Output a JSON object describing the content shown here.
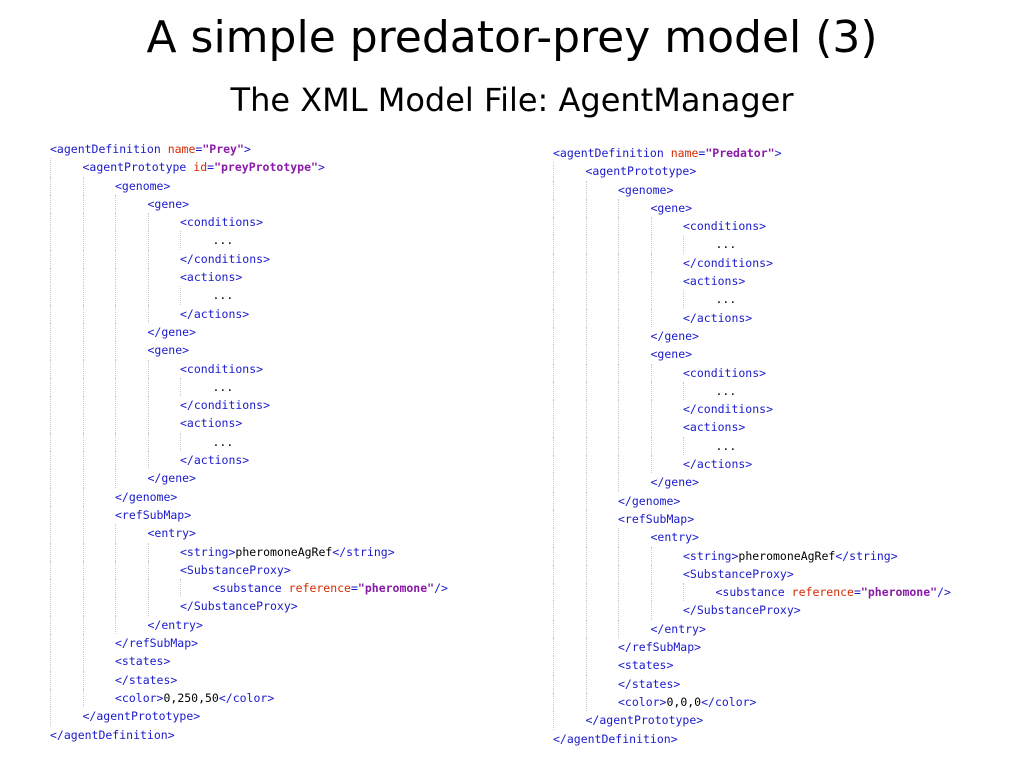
{
  "title": "A simple predator-prey model (3)",
  "subtitle": "The XML Model File: AgentManager",
  "left_code": [
    {
      "indent": 0,
      "parts": [
        {
          "c": "tag",
          "t": "<agentDefinition "
        },
        {
          "c": "attr",
          "t": "name"
        },
        {
          "c": "tag",
          "t": "="
        },
        {
          "c": "val",
          "t": "\"Prey\""
        },
        {
          "c": "tag",
          "t": ">"
        }
      ]
    },
    {
      "indent": 1,
      "parts": [
        {
          "c": "tag",
          "t": "<agentPrototype "
        },
        {
          "c": "attr",
          "t": "id"
        },
        {
          "c": "tag",
          "t": "="
        },
        {
          "c": "val",
          "t": "\"preyPrototype\""
        },
        {
          "c": "tag",
          "t": ">"
        }
      ]
    },
    {
      "indent": 2,
      "parts": [
        {
          "c": "tag",
          "t": "<genome>"
        }
      ]
    },
    {
      "indent": 3,
      "parts": [
        {
          "c": "tag",
          "t": "<gene>"
        }
      ]
    },
    {
      "indent": 4,
      "parts": [
        {
          "c": "tag",
          "t": "<conditions>"
        }
      ]
    },
    {
      "indent": 5,
      "parts": [
        {
          "c": "plain",
          "t": "..."
        }
      ]
    },
    {
      "indent": 4,
      "parts": [
        {
          "c": "tag",
          "t": "</conditions>"
        }
      ]
    },
    {
      "indent": 4,
      "parts": [
        {
          "c": "tag",
          "t": "<actions>"
        }
      ]
    },
    {
      "indent": 5,
      "parts": [
        {
          "c": "plain",
          "t": "..."
        }
      ]
    },
    {
      "indent": 4,
      "parts": [
        {
          "c": "tag",
          "t": "</actions>"
        }
      ]
    },
    {
      "indent": 3,
      "parts": [
        {
          "c": "tag",
          "t": "</gene>"
        }
      ]
    },
    {
      "indent": 3,
      "parts": [
        {
          "c": "tag",
          "t": "<gene>"
        }
      ]
    },
    {
      "indent": 4,
      "parts": [
        {
          "c": "tag",
          "t": "<conditions>"
        }
      ]
    },
    {
      "indent": 5,
      "parts": [
        {
          "c": "plain",
          "t": "..."
        }
      ]
    },
    {
      "indent": 4,
      "parts": [
        {
          "c": "tag",
          "t": "</conditions>"
        }
      ]
    },
    {
      "indent": 4,
      "parts": [
        {
          "c": "tag",
          "t": "<actions>"
        }
      ]
    },
    {
      "indent": 5,
      "parts": [
        {
          "c": "plain",
          "t": "..."
        }
      ]
    },
    {
      "indent": 4,
      "parts": [
        {
          "c": "tag",
          "t": "</actions>"
        }
      ]
    },
    {
      "indent": 3,
      "parts": [
        {
          "c": "tag",
          "t": "</gene>"
        }
      ]
    },
    {
      "indent": 2,
      "parts": [
        {
          "c": "tag",
          "t": "</genome>"
        }
      ]
    },
    {
      "indent": 2,
      "parts": [
        {
          "c": "tag",
          "t": "<refSubMap>"
        }
      ]
    },
    {
      "indent": 3,
      "parts": [
        {
          "c": "tag",
          "t": "<entry>"
        }
      ]
    },
    {
      "indent": 4,
      "parts": [
        {
          "c": "tag",
          "t": "<string>"
        },
        {
          "c": "plain",
          "t": "pheromoneAgRef"
        },
        {
          "c": "tag",
          "t": "</string>"
        }
      ]
    },
    {
      "indent": 4,
      "parts": [
        {
          "c": "tag",
          "t": "<SubstanceProxy>"
        }
      ]
    },
    {
      "indent": 5,
      "parts": [
        {
          "c": "tag",
          "t": "<substance "
        },
        {
          "c": "attr",
          "t": "reference"
        },
        {
          "c": "tag",
          "t": "="
        },
        {
          "c": "val",
          "t": "\"pheromone\""
        },
        {
          "c": "tag",
          "t": "/>"
        }
      ]
    },
    {
      "indent": 4,
      "parts": [
        {
          "c": "tag",
          "t": "</SubstanceProxy>"
        }
      ]
    },
    {
      "indent": 3,
      "parts": [
        {
          "c": "tag",
          "t": "</entry>"
        }
      ]
    },
    {
      "indent": 2,
      "parts": [
        {
          "c": "tag",
          "t": "</refSubMap>"
        }
      ]
    },
    {
      "indent": 2,
      "parts": [
        {
          "c": "tag",
          "t": "<states>"
        }
      ]
    },
    {
      "indent": 2,
      "parts": [
        {
          "c": "tag",
          "t": "</states>"
        }
      ]
    },
    {
      "indent": 2,
      "parts": [
        {
          "c": "tag",
          "t": "<color>"
        },
        {
          "c": "plain",
          "t": "0,250,50"
        },
        {
          "c": "tag",
          "t": "</color>"
        }
      ]
    },
    {
      "indent": 1,
      "parts": [
        {
          "c": "tag",
          "t": "</agentPrototype>"
        }
      ]
    },
    {
      "indent": 0,
      "parts": [
        {
          "c": "tag",
          "t": "</agentDefinition>"
        }
      ]
    }
  ],
  "right_code": [
    {
      "indent": 0,
      "parts": [
        {
          "c": "tag",
          "t": "<agentDefinition "
        },
        {
          "c": "attr",
          "t": "name"
        },
        {
          "c": "tag",
          "t": "="
        },
        {
          "c": "val",
          "t": "\"Predator\""
        },
        {
          "c": "tag",
          "t": ">"
        }
      ]
    },
    {
      "indent": 1,
      "parts": [
        {
          "c": "tag",
          "t": "<agentPrototype>"
        }
      ]
    },
    {
      "indent": 2,
      "parts": [
        {
          "c": "tag",
          "t": "<genome>"
        }
      ]
    },
    {
      "indent": 3,
      "parts": [
        {
          "c": "tag",
          "t": "<gene>"
        }
      ]
    },
    {
      "indent": 4,
      "parts": [
        {
          "c": "tag",
          "t": "<conditions>"
        }
      ]
    },
    {
      "indent": 5,
      "parts": [
        {
          "c": "plain",
          "t": "..."
        }
      ]
    },
    {
      "indent": 4,
      "parts": [
        {
          "c": "tag",
          "t": "</conditions>"
        }
      ]
    },
    {
      "indent": 4,
      "parts": [
        {
          "c": "tag",
          "t": "<actions>"
        }
      ]
    },
    {
      "indent": 5,
      "parts": [
        {
          "c": "plain",
          "t": "..."
        }
      ]
    },
    {
      "indent": 4,
      "parts": [
        {
          "c": "tag",
          "t": "</actions>"
        }
      ]
    },
    {
      "indent": 3,
      "parts": [
        {
          "c": "tag",
          "t": "</gene>"
        }
      ]
    },
    {
      "indent": 3,
      "parts": [
        {
          "c": "tag",
          "t": "<gene>"
        }
      ]
    },
    {
      "indent": 4,
      "parts": [
        {
          "c": "tag",
          "t": "<conditions>"
        }
      ]
    },
    {
      "indent": 5,
      "parts": [
        {
          "c": "plain",
          "t": "..."
        }
      ]
    },
    {
      "indent": 4,
      "parts": [
        {
          "c": "tag",
          "t": "</conditions>"
        }
      ]
    },
    {
      "indent": 4,
      "parts": [
        {
          "c": "tag",
          "t": "<actions>"
        }
      ]
    },
    {
      "indent": 5,
      "parts": [
        {
          "c": "plain",
          "t": "..."
        }
      ]
    },
    {
      "indent": 4,
      "parts": [
        {
          "c": "tag",
          "t": "</actions>"
        }
      ]
    },
    {
      "indent": 3,
      "parts": [
        {
          "c": "tag",
          "t": "</gene>"
        }
      ]
    },
    {
      "indent": 2,
      "parts": [
        {
          "c": "tag",
          "t": "</genome>"
        }
      ]
    },
    {
      "indent": 2,
      "parts": [
        {
          "c": "tag",
          "t": "<refSubMap>"
        }
      ]
    },
    {
      "indent": 3,
      "parts": [
        {
          "c": "tag",
          "t": "<entry>"
        }
      ]
    },
    {
      "indent": 4,
      "parts": [
        {
          "c": "tag",
          "t": "<string>"
        },
        {
          "c": "plain",
          "t": "pheromoneAgRef"
        },
        {
          "c": "tag",
          "t": "</string>"
        }
      ]
    },
    {
      "indent": 4,
      "parts": [
        {
          "c": "tag",
          "t": "<SubstanceProxy>"
        }
      ]
    },
    {
      "indent": 5,
      "parts": [
        {
          "c": "tag",
          "t": "<substance "
        },
        {
          "c": "attr",
          "t": "reference"
        },
        {
          "c": "tag",
          "t": "="
        },
        {
          "c": "val",
          "t": "\"pheromone\""
        },
        {
          "c": "tag",
          "t": "/>"
        }
      ]
    },
    {
      "indent": 4,
      "parts": [
        {
          "c": "tag",
          "t": "</SubstanceProxy>"
        }
      ]
    },
    {
      "indent": 3,
      "parts": [
        {
          "c": "tag",
          "t": "</entry>"
        }
      ]
    },
    {
      "indent": 2,
      "parts": [
        {
          "c": "tag",
          "t": "</refSubMap>"
        }
      ]
    },
    {
      "indent": 2,
      "parts": [
        {
          "c": "tag",
          "t": "<states>"
        }
      ]
    },
    {
      "indent": 2,
      "parts": [
        {
          "c": "tag",
          "t": "</states>"
        }
      ]
    },
    {
      "indent": 2,
      "parts": [
        {
          "c": "tag",
          "t": "<color>"
        },
        {
          "c": "plain",
          "t": "0,0,0"
        },
        {
          "c": "tag",
          "t": "</color>"
        }
      ]
    },
    {
      "indent": 1,
      "parts": [
        {
          "c": "tag",
          "t": "</agentPrototype>"
        }
      ]
    },
    {
      "indent": 0,
      "parts": [
        {
          "c": "tag",
          "t": "</agentDefinition>"
        }
      ]
    }
  ]
}
